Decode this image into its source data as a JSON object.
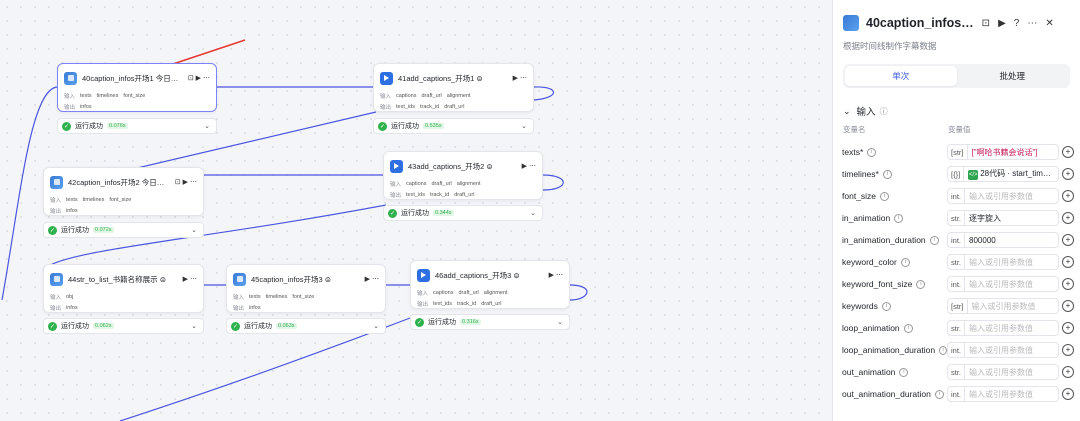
{
  "nodes": [
    {
      "title": "40caption_infos开场1 今日…",
      "in_label": "输入",
      "out_label": "输出",
      "inputs": [
        "texts",
        "timelines",
        "font_size"
      ],
      "outputs": [
        "infos"
      ],
      "status": "运行成功",
      "time": "0.076s"
    },
    {
      "title": "41add_captions_开场1 ⊜",
      "in_label": "输入",
      "out_label": "输出",
      "inputs": [
        "captions",
        "draft_url",
        "alignment"
      ],
      "outputs": [
        "text_ids",
        "track_id",
        "draft_url"
      ],
      "status": "运行成功",
      "time": "0.535s"
    },
    {
      "title": "42caption_infos开场2 今日…",
      "in_label": "输入",
      "out_label": "输出",
      "inputs": [
        "texts",
        "timelines",
        "font_size"
      ],
      "outputs": [
        "infos"
      ],
      "status": "运行成功",
      "time": "0.072s"
    },
    {
      "title": "43add_captions_开场2 ⊜",
      "in_label": "输入",
      "out_label": "输出",
      "inputs": [
        "captions",
        "draft_url",
        "alignment"
      ],
      "outputs": [
        "text_ids",
        "track_id",
        "draft_url"
      ],
      "status": "运行成功",
      "time": "0.344s"
    },
    {
      "title": "44str_to_list_书籍名称展示 ⊜",
      "in_label": "输入",
      "out_label": "输出",
      "inputs": [
        "obj"
      ],
      "outputs": [
        "infos"
      ],
      "status": "运行成功",
      "time": "0.062s"
    },
    {
      "title": "45caption_infos开场3 ⊜",
      "in_label": "输入",
      "out_label": "输出",
      "inputs": [
        "texts",
        "timelines",
        "font_size"
      ],
      "outputs": [
        "infos"
      ],
      "status": "运行成功",
      "time": "0.063s"
    },
    {
      "title": "46add_captions_开场3 ⊜",
      "in_label": "输入",
      "out_label": "输出",
      "inputs": [
        "captions",
        "draft_url",
        "alignment"
      ],
      "outputs": [
        "text_ids",
        "track_id",
        "draft_url"
      ],
      "status": "运行成功",
      "time": "0.316s"
    }
  ],
  "panel": {
    "title": "40caption_infos…",
    "description": "根据时间线制作字幕数据",
    "tab_single": "单次",
    "tab_batch": "批处理",
    "section": "输入",
    "col_name": "变量名",
    "col_value": "变量值",
    "params": [
      {
        "name": "texts*",
        "type": "[str]",
        "value": "[\"啊哈书籍会说话\"]",
        "kind": "str"
      },
      {
        "name": "timelines*",
        "type": "[{}]",
        "value": "28代码 · start_tim…",
        "kind": "ref"
      },
      {
        "name": "font_size",
        "type": "int.",
        "value": "输入或引用参数值",
        "kind": "ph"
      },
      {
        "name": "in_animation",
        "type": "str.",
        "value": "逐字旋入",
        "kind": "val"
      },
      {
        "name": "in_animation_duration",
        "type": "int.",
        "value": "800000",
        "kind": "val"
      },
      {
        "name": "keyword_color",
        "type": "str.",
        "value": "输入或引用参数值",
        "kind": "ph"
      },
      {
        "name": "keyword_font_size",
        "type": "int.",
        "value": "输入或引用参数值",
        "kind": "ph"
      },
      {
        "name": "keywords",
        "type": "[str]",
        "value": "输入或引用参数值",
        "kind": "ph"
      },
      {
        "name": "loop_animation",
        "type": "str.",
        "value": "输入或引用参数值",
        "kind": "ph"
      },
      {
        "name": "loop_animation_duration",
        "type": "int.",
        "value": "输入或引用参数值",
        "kind": "ph"
      },
      {
        "name": "out_animation",
        "type": "str.",
        "value": "输入或引用参数值",
        "kind": "ph"
      },
      {
        "name": "out_animation_duration",
        "type": "int.",
        "value": "输入或引用参数值",
        "kind": "ph"
      }
    ]
  },
  "colors": {
    "accent": "#3b5bdb",
    "success": "#2fb14e",
    "edge": "#4a55e0",
    "arrow": "#e53935"
  }
}
